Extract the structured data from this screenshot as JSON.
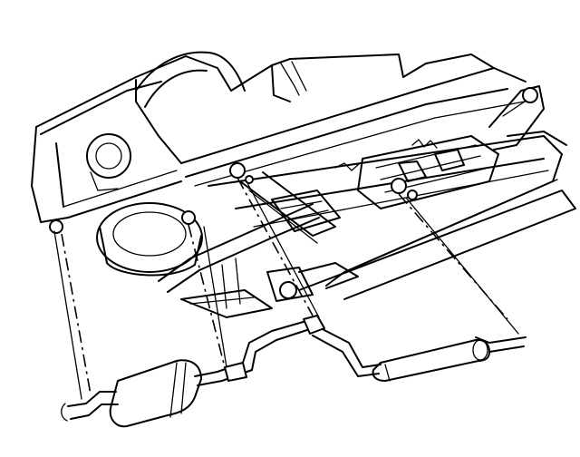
{
  "figure": {
    "kind": "exploded line illustration",
    "colors": {
      "ink": "#000000",
      "paper": "#ffffff"
    },
    "parts": [
      "vehicle-underbody",
      "fuel-tank",
      "spare-tire-well",
      "rear-axle",
      "exhaust-pipe",
      "muffler",
      "resonator",
      "tailpipe",
      "hanger-insulators"
    ]
  }
}
